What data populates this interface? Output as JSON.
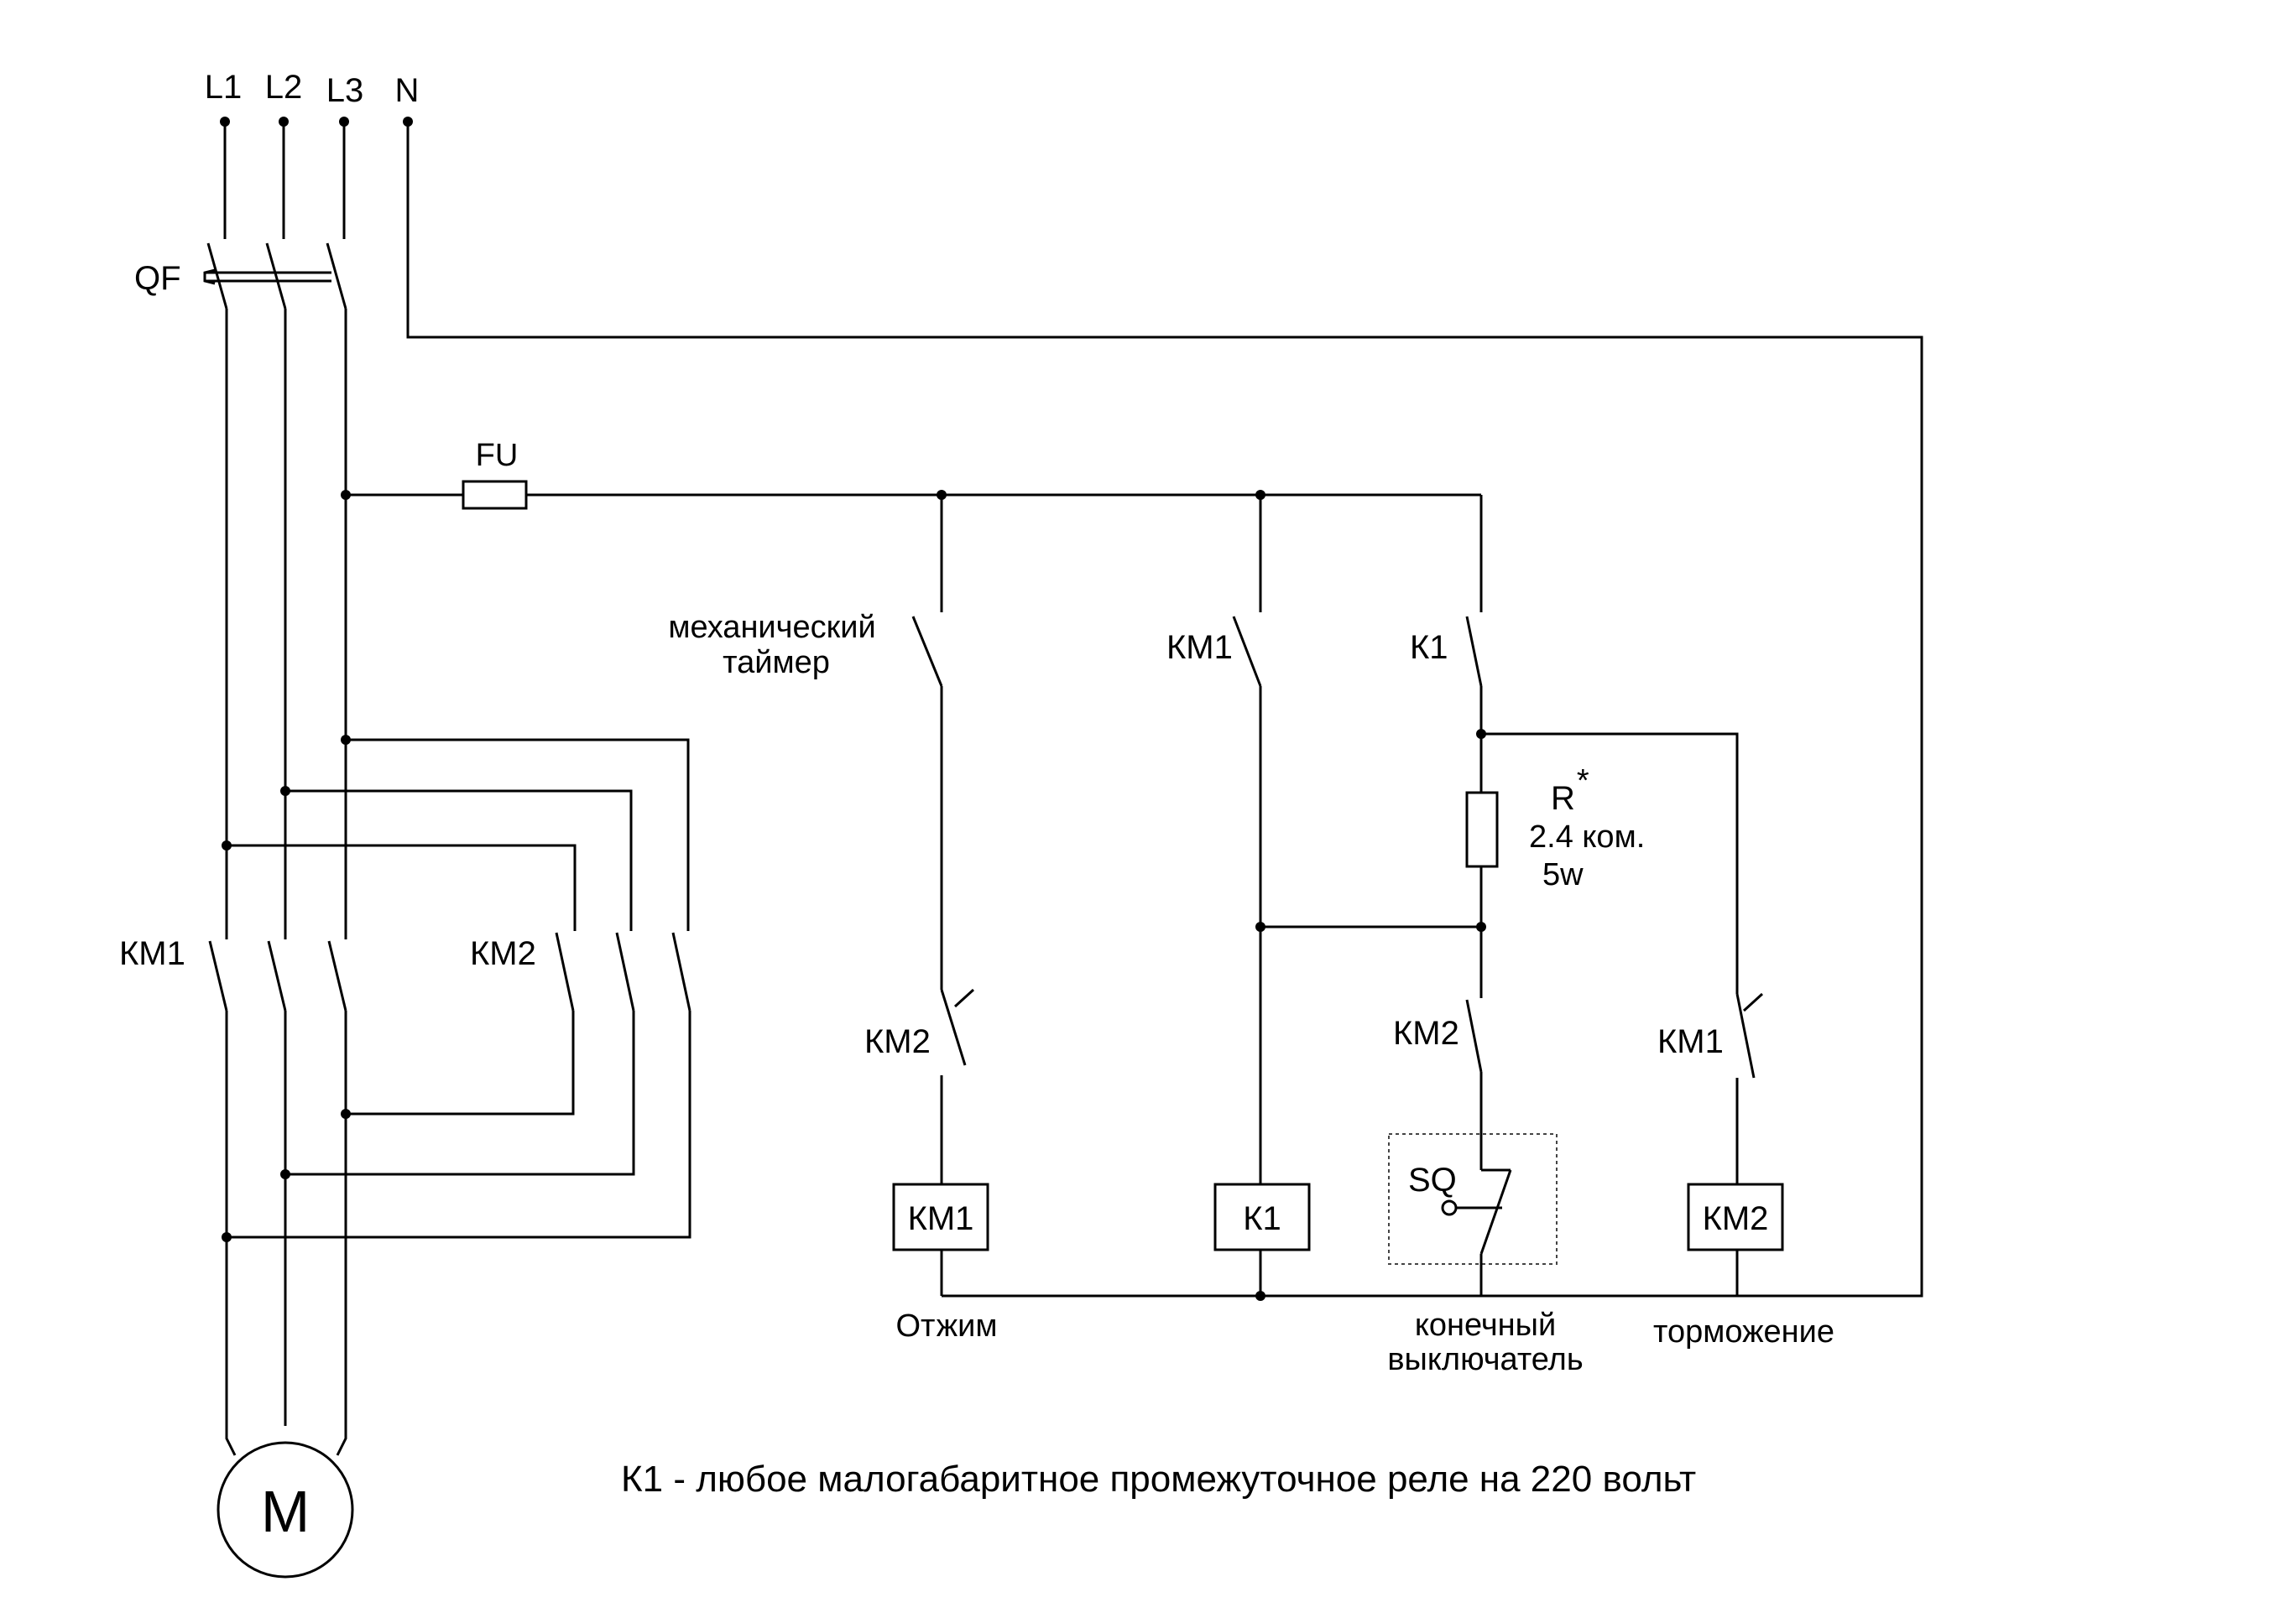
{
  "phases": {
    "l1": "L1",
    "l2": "L2",
    "l3": "L3",
    "n": "N"
  },
  "breaker": "QF",
  "fuse": "FU",
  "motor": "M",
  "power_contacts": {
    "km1": "КМ1",
    "km2": "КМ2"
  },
  "timer": {
    "line1": "механический",
    "line2": "таймер"
  },
  "aux_contacts": {
    "km1_hold": "КМ1",
    "k1": "К1",
    "km2_nc": "КМ2",
    "km2_lower": "КМ2",
    "km1_nc": "КМ1"
  },
  "resistor": {
    "name": "R",
    "sup": "*",
    "value": "2.4 ком.",
    "power": "5w"
  },
  "limit_switch": "SQ",
  "coils": {
    "km1": "КМ1",
    "k1": "К1",
    "km2": "КМ2"
  },
  "captions": {
    "spin": "Отжим",
    "limit_line1": "конечный",
    "limit_line2": "выключатель",
    "braking": "торможение"
  },
  "note": "К1  -  любое малогабаритное промежуточное реле на 220 вольт"
}
